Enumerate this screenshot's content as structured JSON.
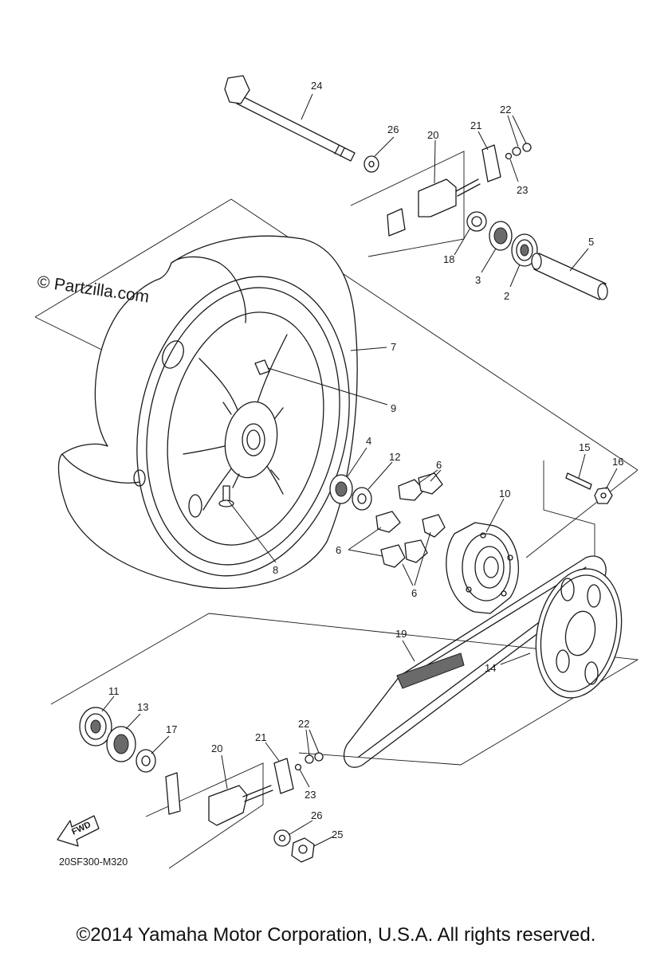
{
  "watermark": "© Partzilla.com",
  "fwd_label": "FWD",
  "diagram_code": "20SF300-M320",
  "copyright": "©2014 Yamaha Motor Corporation, U.S.A. All rights reserved.",
  "callouts": [
    {
      "id": "axle",
      "label": "24"
    },
    {
      "id": "collar-top",
      "label": "26"
    },
    {
      "id": "puller-top",
      "label": "20"
    },
    {
      "id": "cap-top",
      "label": "21"
    },
    {
      "id": "nut-top",
      "label": "22"
    },
    {
      "id": "washer-top",
      "label": "23"
    },
    {
      "id": "collar-18",
      "label": "18"
    },
    {
      "id": "seal-3",
      "label": "3"
    },
    {
      "id": "bearing-2",
      "label": "2"
    },
    {
      "id": "spacer-5",
      "label": "5"
    },
    {
      "id": "tire",
      "label": "7"
    },
    {
      "id": "balance-weight",
      "label": "9"
    },
    {
      "id": "bearing-4",
      "label": "4"
    },
    {
      "id": "collar-12",
      "label": "12"
    },
    {
      "id": "damper-top",
      "label": "6"
    },
    {
      "id": "damper-left",
      "label": "6"
    },
    {
      "id": "damper-bottom",
      "label": "6"
    },
    {
      "id": "clutch-hub",
      "label": "10"
    },
    {
      "id": "stud-bolt",
      "label": "15"
    },
    {
      "id": "nut-16",
      "label": "16"
    },
    {
      "id": "valve",
      "label": "8"
    },
    {
      "id": "chain",
      "label": "19"
    },
    {
      "id": "sprocket",
      "label": "14"
    },
    {
      "id": "bearing-11",
      "label": "11"
    },
    {
      "id": "seal-13",
      "label": "13"
    },
    {
      "id": "collar-17",
      "label": "17"
    },
    {
      "id": "puller-bottom",
      "label": "20"
    },
    {
      "id": "cap-bottom",
      "label": "21"
    },
    {
      "id": "nut-bottom",
      "label": "22"
    },
    {
      "id": "washer-bottom",
      "label": "23"
    },
    {
      "id": "collar-bottom",
      "label": "26"
    },
    {
      "id": "nut-25",
      "label": "25"
    }
  ]
}
